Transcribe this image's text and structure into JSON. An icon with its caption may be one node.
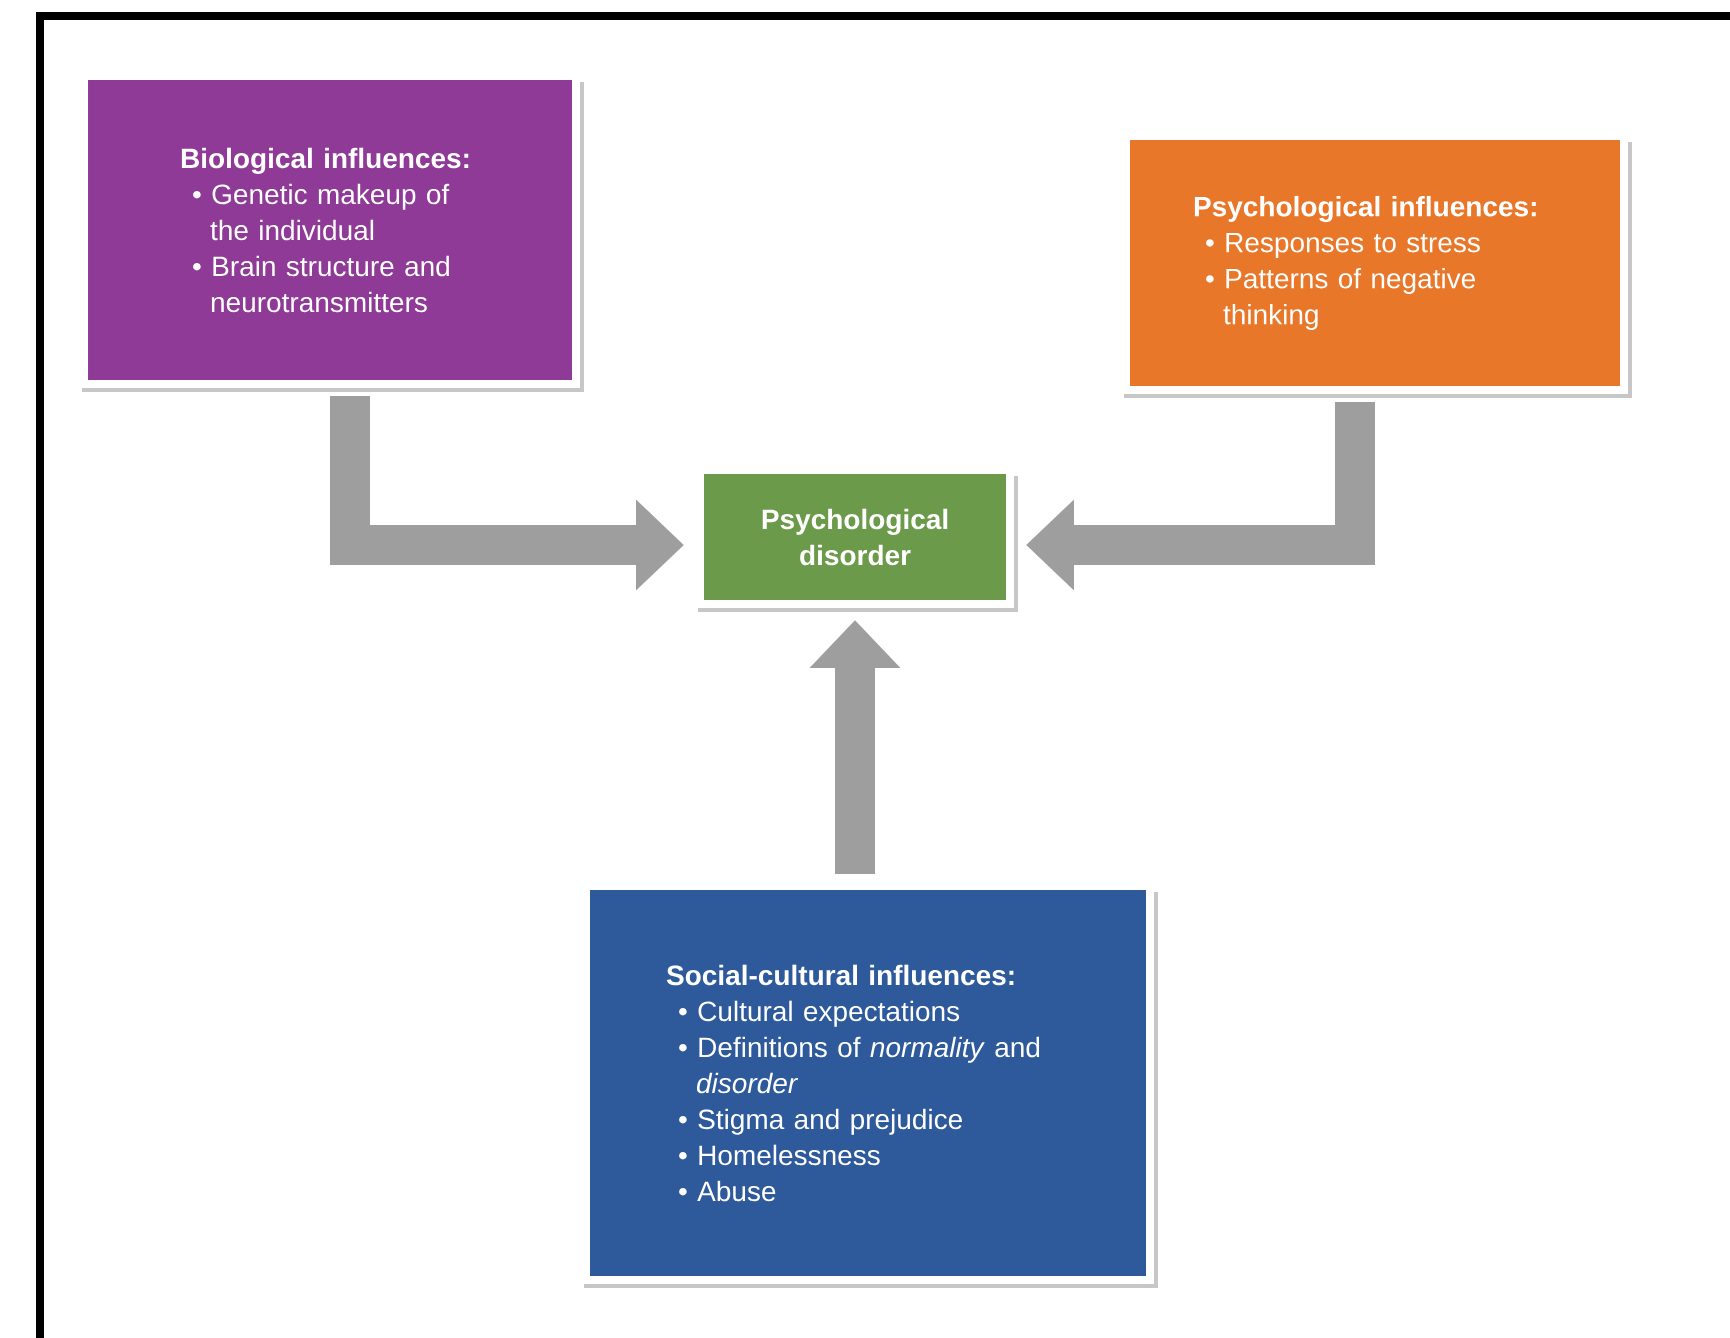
{
  "diagram": {
    "nodes": [
      {
        "text": [
          "Biological influences:",
          "• Genetic makeup of the individual",
          "• Brain structure and neurotransmitters"
        ]
      },
      {
        "text": [
          "Psychological influences:",
          "• Responses to stress",
          "• Patterns of negative thinking"
        ]
      },
      {
        "text": [
          "Psychological disorder"
        ]
      },
      {
        "text": [
          "Social-cultural influences:",
          "• Cultural expectations",
          "• Definitions of *normality* and *disorder*",
          "• Stigma and prejudice",
          "• Homelessness",
          "• Abuse"
        ]
      }
    ],
    "edges": [
      {
        "from": 0,
        "to": 2,
        "arrow": "to"
      },
      {
        "from": 1,
        "to": 2,
        "arrow": "to"
      },
      {
        "from": 3,
        "to": 2,
        "arrow": "to"
      }
    ]
  }
}
